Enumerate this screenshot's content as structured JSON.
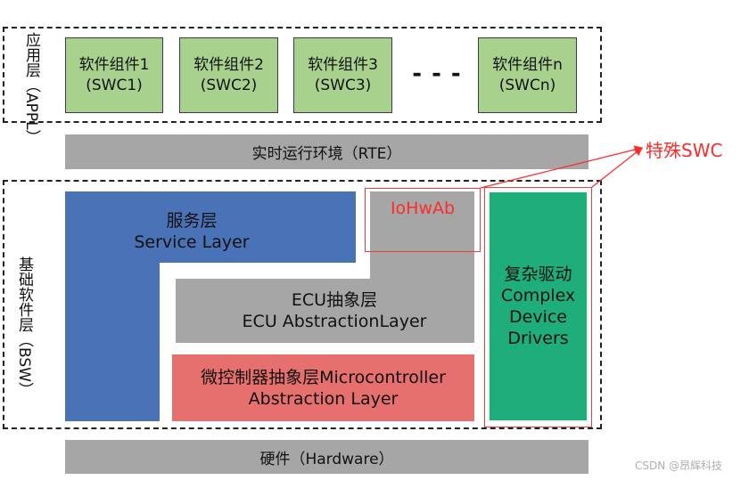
{
  "appl": {
    "label": "应用层（APPL）",
    "components": [
      {
        "name": "软件组件1",
        "code": "(SWC1)"
      },
      {
        "name": "软件组件2",
        "code": "(SWC2)"
      },
      {
        "name": "软件组件3",
        "code": "(SWC3)"
      },
      {
        "name": "软件组件n",
        "code": "(SWCn)"
      }
    ],
    "ellipsis": "- - -"
  },
  "rte": {
    "label": "实时运行环境（RTE）"
  },
  "bsw": {
    "label": "基础软件层（BSW）",
    "service": {
      "zh": "服务层",
      "en": "Service Layer"
    },
    "iohwab": "IoHwAb",
    "ecu": {
      "zh": "ECU抽象层",
      "en": "ECU AbstractionLayer"
    },
    "mcal": {
      "line1": "微控制器抽象层Microcontroller",
      "line2": "Abstraction Layer"
    },
    "cdd": {
      "zh": "复杂驱动",
      "en1": "Complex",
      "en2": "Device",
      "en3": "Drivers"
    }
  },
  "special_swc": "特殊SWC",
  "hardware": {
    "label": "硬件（Hardware）"
  },
  "watermark": "CSDN @昂辉科技",
  "colors": {
    "swc_green": "#a9d18e",
    "rte_grey": "#a6a6a6",
    "service_blue": "#4a72b6",
    "mcal_red": "#e6706d",
    "cdd_green": "#1fae7b",
    "annotation_red": "#ff2a2a"
  }
}
